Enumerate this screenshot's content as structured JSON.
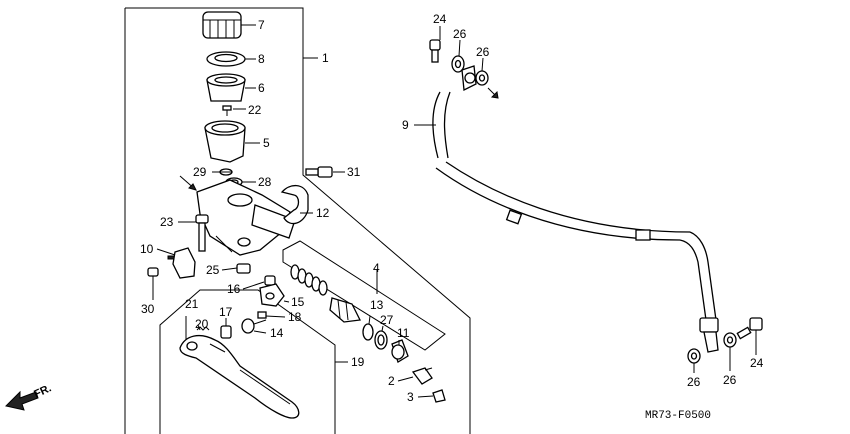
{
  "callouts": {
    "c1": "1",
    "c2": "2",
    "c3": "3",
    "c4": "4",
    "c5": "5",
    "c6": "6",
    "c7": "7",
    "c8": "8",
    "c9": "9",
    "c10": "10",
    "c11": "11",
    "c12": "12",
    "c13": "13",
    "c14": "14",
    "c15": "15",
    "c16": "16",
    "c17": "17",
    "c18": "18",
    "c19": "19",
    "c20": "20",
    "c21": "21",
    "c22": "22",
    "c23": "23",
    "c24a": "24",
    "c24b": "24",
    "c25": "25",
    "c26a": "26",
    "c26b": "26",
    "c26c": "26",
    "c26d": "26",
    "c27": "27",
    "c28": "28",
    "c29": "29",
    "c30": "30",
    "c31": "31"
  },
  "direction_label": "FR.",
  "diagram_code": "MR73-F0500"
}
